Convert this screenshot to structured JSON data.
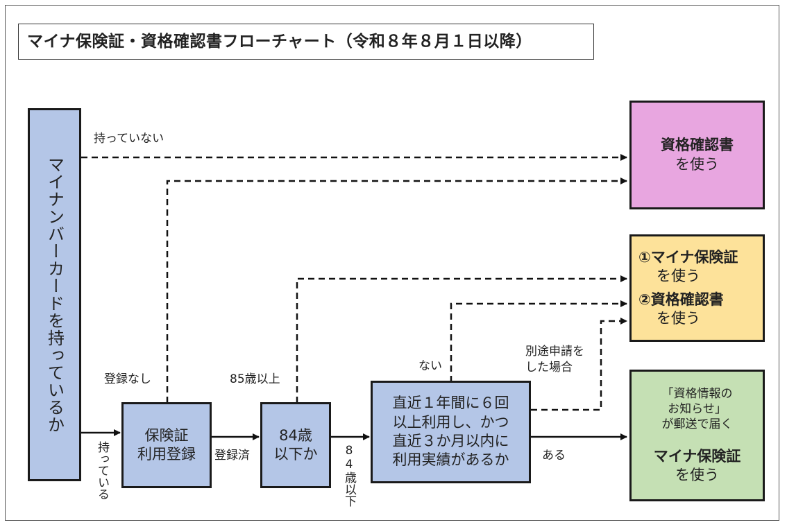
{
  "title": "マイナ保険証・資格確認書フローチャート（令和８年８月１日以降）",
  "start_box": "マイナンバーカードを持っているか",
  "nodes": {
    "registration": [
      "保険証",
      "利用登録"
    ],
    "age_check": [
      "84歳",
      "以下か"
    ],
    "usage_check": [
      "直近１年間に６回",
      "以上利用し、かつ",
      "直近３か月以内に",
      "利用実績があるか"
    ]
  },
  "outcomes": {
    "certificate": {
      "bold": "資格確認書",
      "text": "を使う",
      "color": "#e8a6e0"
    },
    "choice": {
      "opt1_bold": "①マイナ保険証",
      "opt1_text": "を使う",
      "opt2_bold": "②資格確認書",
      "opt2_text": "を使う",
      "color": "#fde29a"
    },
    "mynacard": {
      "notice1": "「資格情報の",
      "notice2": "お知らせ」",
      "notice3": "が郵送で届く",
      "bold": "マイナ保険証",
      "text": "を使う",
      "color": "#c5e0b4"
    }
  },
  "edge_labels": {
    "not_have": "持っていない",
    "have": "持っている",
    "not_registered": "登録なし",
    "registered": "登録済",
    "age_85_over": "85歳以上",
    "age_84_under": "84歳以下",
    "none": "ない",
    "separate_application_1": "別途申請を",
    "separate_application_2": "した場合",
    "exists": "ある"
  },
  "colors": {
    "node_blue": "#b4c6e7",
    "line": "#111111"
  }
}
